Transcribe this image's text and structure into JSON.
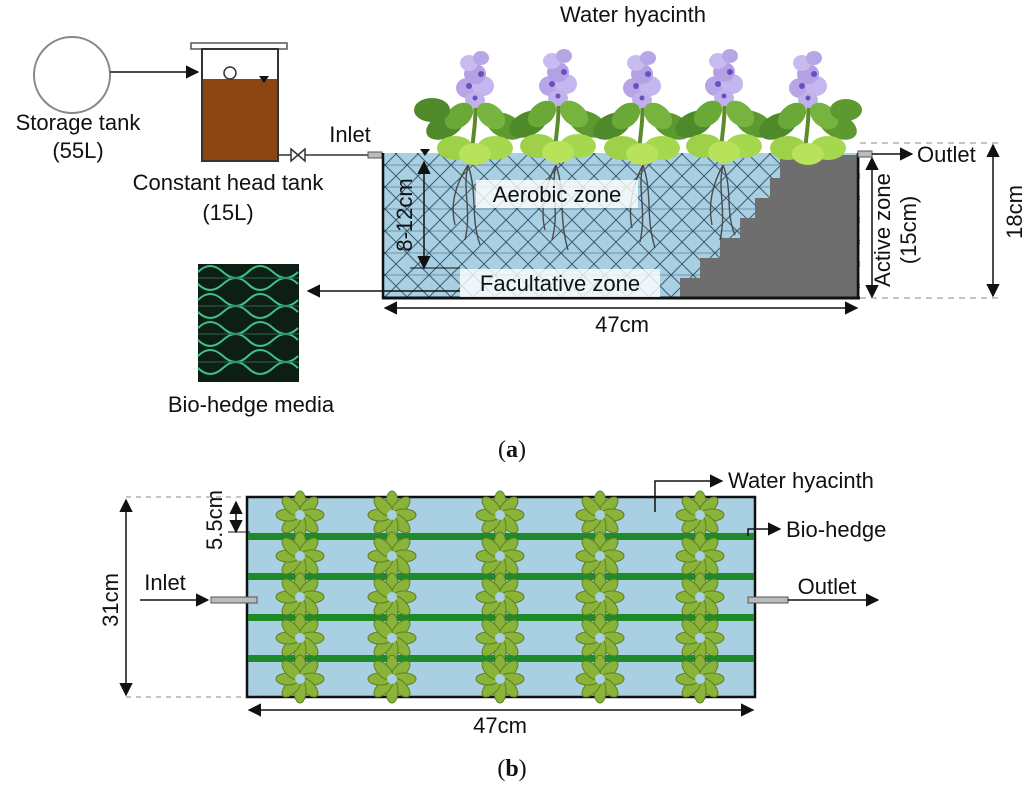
{
  "panel_a": {
    "title_plants": "Water hyacinth",
    "storage_tank_line1": "Storage tank",
    "storage_tank_line2": "(55L)",
    "head_tank_line1": "Constant head tank",
    "head_tank_line2": "(15L)",
    "inlet": "Inlet",
    "outlet": "Outlet",
    "aerobic_zone": "Aerobic zone",
    "facultative_zone": "Facultative zone",
    "depth_label": "8-12cm",
    "active_zone_line1": "Active zone",
    "active_zone_line2": "(15cm)",
    "height_label": "18cm",
    "length_label": "47cm",
    "media_label": "Bio-hedge media",
    "caption_open": "(",
    "caption_letter": "a",
    "caption_close": ")"
  },
  "panel_b": {
    "plant_label": "Water hyacinth",
    "hedge_label": "Bio-hedge",
    "inlet": "Inlet",
    "outlet": "Outlet",
    "strip_label": "5.5cm",
    "width_label": "31cm",
    "length_label": "47cm",
    "caption_open": "(",
    "caption_letter": "b",
    "caption_close": ")"
  },
  "colors": {
    "water": "#a9cfe2",
    "hedge": "#1e8a2a",
    "leaf": "#8ab33a",
    "tank_liquid": "#8b4513",
    "step_block": "#6e6e6e",
    "flower": "#b7a6e6",
    "media_bg": "#0d1f14",
    "media_wave": "#3fbf8a"
  }
}
